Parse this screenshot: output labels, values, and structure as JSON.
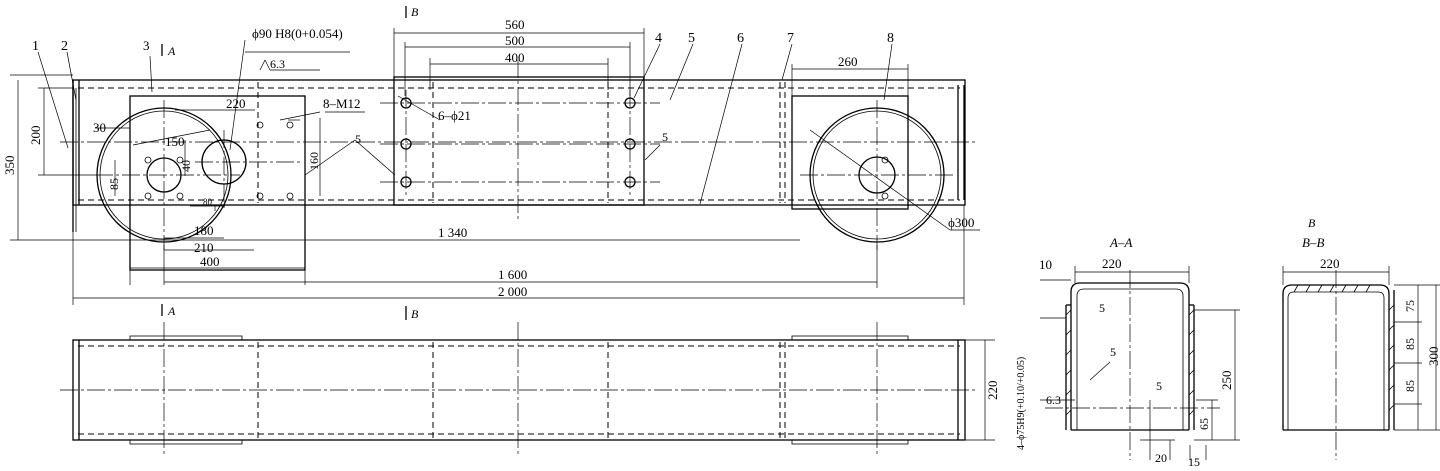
{
  "part_labels": [
    "1",
    "2",
    "3",
    "4",
    "5",
    "6",
    "7",
    "8"
  ],
  "section_markers": {
    "a": "A",
    "b": "B"
  },
  "section_titles": {
    "aa": "A–A",
    "b_top": "B",
    "bb": "B–B"
  },
  "front_view": {
    "d_560": "560",
    "d_500": "500",
    "d_400_top": "400",
    "d_260": "260",
    "d_350": "350",
    "d_200": "200",
    "d_220": "220",
    "d_30": "30",
    "d_150": "150",
    "d_85": "85",
    "d_40": "40",
    "d_80": "80",
    "d_160": "160",
    "d_180": "180",
    "d_210": "210",
    "d_400_bot": "400",
    "d_1340": "1 340",
    "d_1600": "1 600",
    "d_2000": "2 000",
    "bore_note": "ϕ90 H8(0+0.054)",
    "bore_roughness": "6.3",
    "thread_note": "8–M12",
    "hole_note": "6–ϕ21",
    "weld_note_1": "5",
    "weld_note_2": "5",
    "dia_300": "ϕ300"
  },
  "bottom_view": {
    "d_220": "220"
  },
  "section_aa": {
    "d_10": "10",
    "d_220": "220",
    "d_5_top": "5",
    "weld_note": "5",
    "d_5_mid": "5",
    "d_250": "250",
    "d_65": "65",
    "d_20": "20",
    "d_15": "15",
    "hole_note": "4–ϕ75H9(+0.10/+0.05)",
    "roughness": "6.3"
  },
  "section_bb": {
    "d_220": "220",
    "d_75": "75",
    "d_85_a": "85",
    "d_85_b": "85",
    "d_300": "300"
  }
}
